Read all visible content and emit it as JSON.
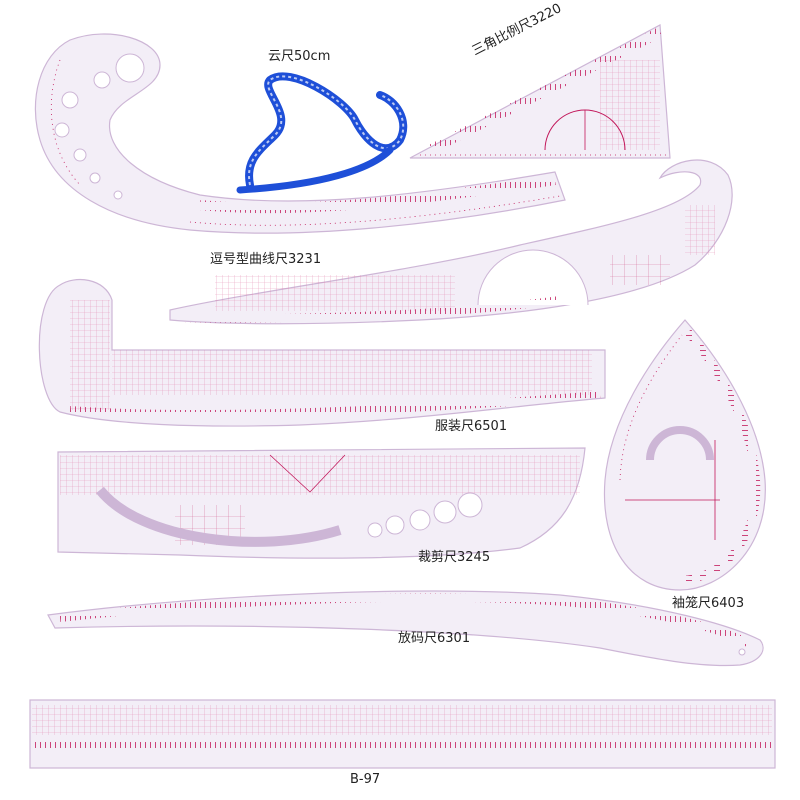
{
  "palette": {
    "background": "#ffffff",
    "ruler_fill": "#f3eef7",
    "ruler_edge": "#cdb6d6",
    "tick": "#c2185b",
    "grid": "#e07aa6",
    "tape_blue": "#1e4fd8",
    "caption": "#222222"
  },
  "labels": {
    "cloud": "云尺50cm",
    "triangle": "三角比例尺3220",
    "comma_curve": "逗号型曲线尺3231",
    "garment": "服装尺6501",
    "cutting": "裁剪尺3245",
    "sleeve": "袖笼尺6403",
    "grading": "放码尺6301",
    "straight": "B-97"
  }
}
